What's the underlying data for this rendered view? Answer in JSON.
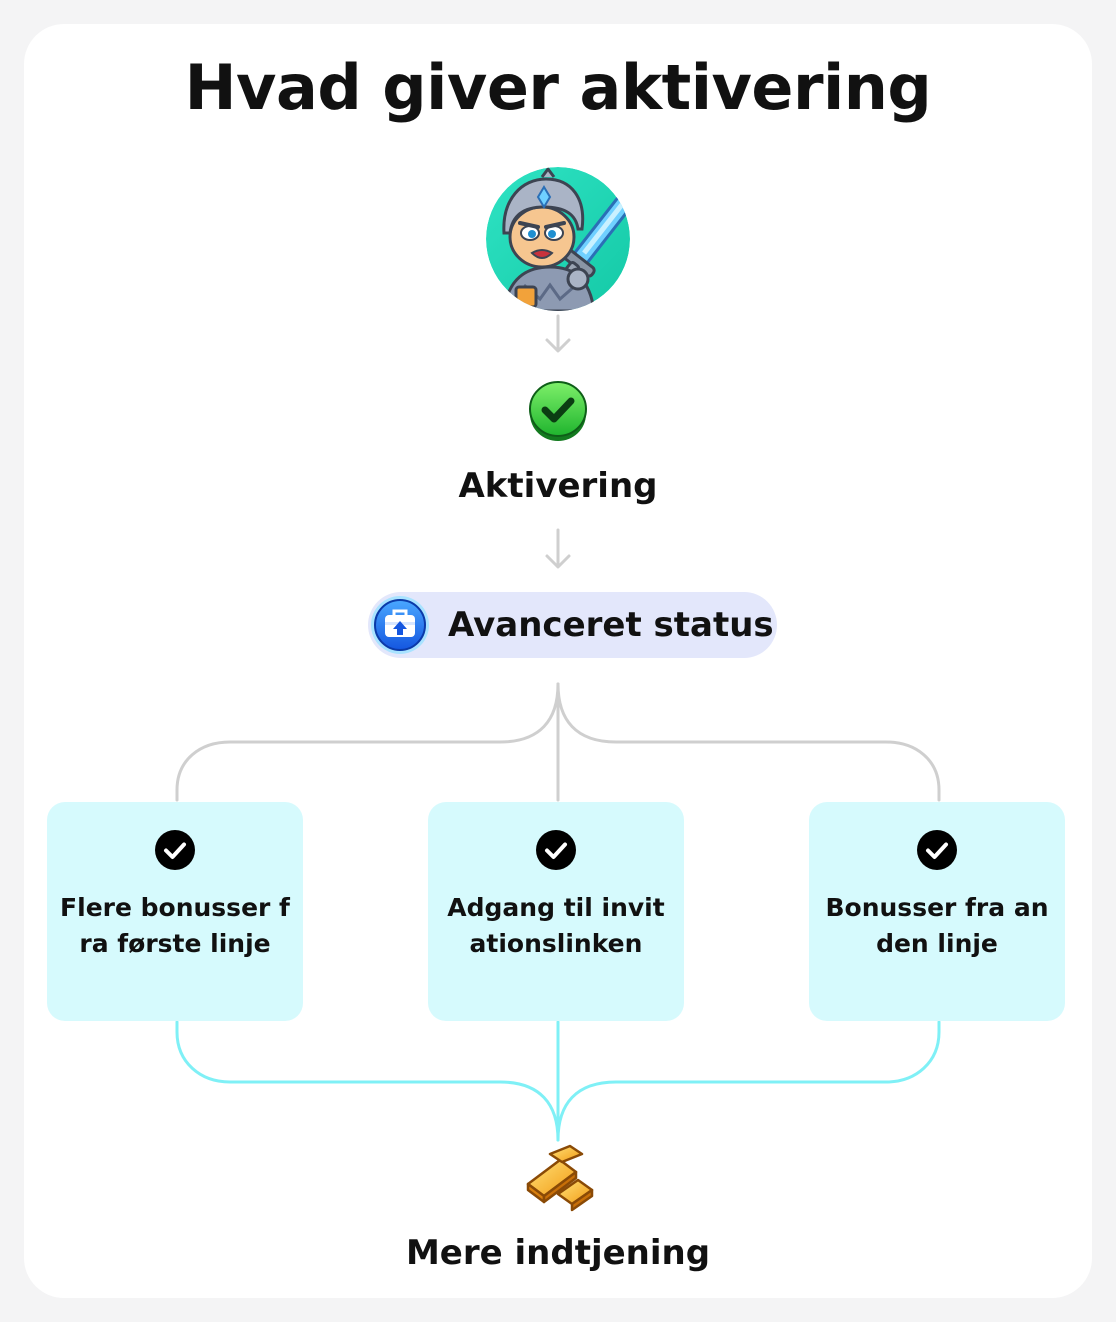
{
  "title": "Hvad giver aktivering",
  "steps": {
    "avatar": "knight-avatar",
    "activation": {
      "icon": "green-check-icon",
      "label": "Aktivering"
    },
    "status": {
      "icon": "briefcase-upgrade-icon",
      "label": "Avanceret status"
    },
    "benefits": [
      {
        "icon": "check-circle-icon",
        "label": "Flere bonusser fra første linje"
      },
      {
        "icon": "check-circle-icon",
        "label": "Adgang til invitationslinken"
      },
      {
        "icon": "check-circle-icon",
        "label": "Bonusser fra anden linje"
      }
    ],
    "result": {
      "icon": "gold-bars-icon",
      "label": "Mere indtjening"
    }
  },
  "colors": {
    "background": "#f4f4f5",
    "card": "#ffffff",
    "status_pill": "#e3e7fb",
    "benefit_box": "#d6fafd",
    "connector_gray": "#d0d0d0",
    "connector_cyan": "#7ff0f6"
  }
}
